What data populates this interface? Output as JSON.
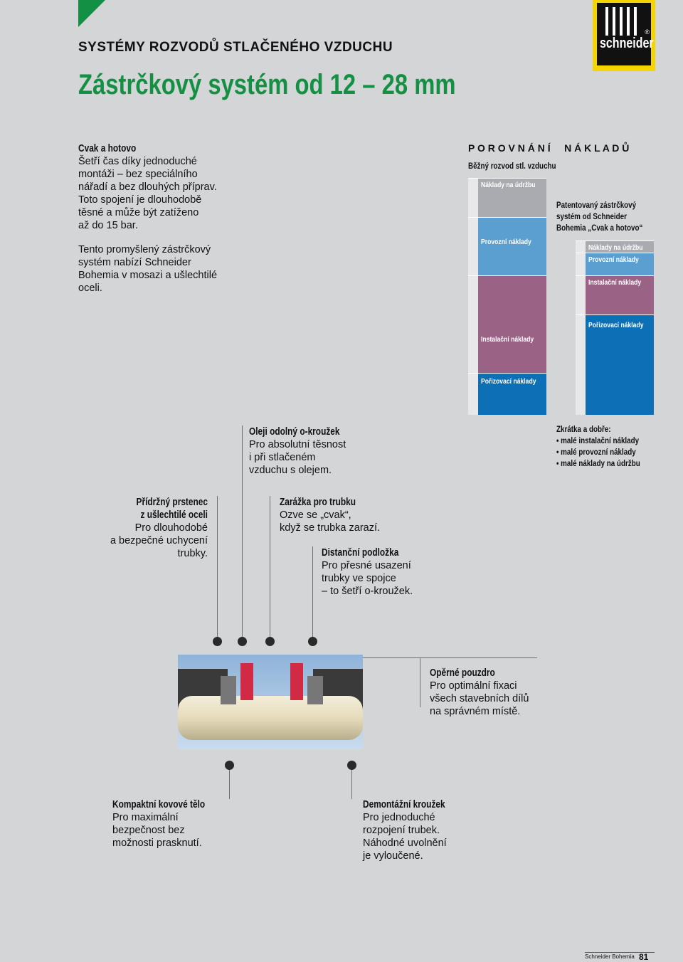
{
  "header": {
    "section": "SYSTÉMY ROZVODŮ STLAČENÉHO VZDUCHU",
    "title": "Zástrčkový systém od 12 – 28 mm",
    "accent_color": "#139044",
    "logo_text": "schneider",
    "logo_mark": "®"
  },
  "intro": {
    "title": "Cvak a hotovo",
    "lines": [
      "Šetří čas díky jednoduché",
      "montáži – bez speciálního",
      "nářadí a bez dlouhých příprav.",
      "Toto spojení je dlouhodobě",
      "těsné a může být zatíženo",
      "až do 15 bar."
    ],
    "para2": [
      "Tento promyšlený zástrčkový",
      "systém nabízí Schneider",
      "Bohemia v mosazi a ušlechtilé",
      "oceli."
    ]
  },
  "comparison": {
    "heading": "P O R O V N Á N Í     N Á K L A D Ů",
    "left_caption": "Běžný rozvod stl. vzduchu",
    "right_caption": [
      "Patentovaný zástrčkový",
      "systém od Schneider",
      "Bohemia „Cvak a hotovo“"
    ],
    "left_segments": [
      {
        "label": "Náklady na údržbu",
        "value": 55,
        "color": "#a9abb0"
      },
      {
        "label": "Provozní náklady",
        "value": 82,
        "color": "#5b9fd1"
      },
      {
        "label": "Instalační náklady",
        "value": 137,
        "color": "#9a6285"
      },
      {
        "label": "Pořizovací náklady",
        "value": 59,
        "color": "#0d6fb6"
      }
    ],
    "right_segments": [
      {
        "label": "Náklady na údržbu",
        "value": 17,
        "color": "#a9abb0"
      },
      {
        "label": "Provozní náklady",
        "value": 32,
        "color": "#5b9fd1"
      },
      {
        "label": "Instalační náklady",
        "value": 55,
        "color": "#9a6285"
      },
      {
        "label": "Pořizovací náklady",
        "value": 141,
        "color": "#0d6fb6"
      }
    ]
  },
  "summary": {
    "title": "Zkrátka a dobře:",
    "items": [
      "• malé instalační náklady",
      "• malé provozní náklady",
      "• malé náklady na údržbu"
    ]
  },
  "callouts": {
    "oring": {
      "title": "Oleji odolný o-kroužek",
      "lines": [
        "Pro absolutní těsnost",
        "i při stlačeném",
        "vzduchu s olejem."
      ]
    },
    "ring": {
      "title": [
        "Přídržný prstenec",
        "z ušlechtilé oceli"
      ],
      "lines": [
        "Pro dlouhodobé",
        "a bezpečné uchycení",
        "trubky."
      ]
    },
    "stop": {
      "title": "Zarážka pro trubku",
      "lines": [
        "Ozve se „cvak“,",
        "když se trubka zarazí."
      ]
    },
    "spacer": {
      "title": "Distanční podložka",
      "lines": [
        "Pro přesné usazení",
        "trubky ve spojce",
        "– to šetří o-kroužek."
      ]
    },
    "sleeve": {
      "title": "Opěrné pouzdro",
      "lines": [
        "Pro optimální fixaci",
        "všech stavebních dílů",
        "na správném místě."
      ]
    },
    "body": {
      "title": "Kompaktní kovové tělo",
      "lines": [
        "Pro maximální",
        "bezpečnost bez",
        "možnosti prasknutí."
      ]
    },
    "release": {
      "title": "Demontážní kroužek",
      "lines": [
        "Pro jednoduché",
        "rozpojení trubek.",
        "Náhodné uvolnění",
        "je vyloučené."
      ]
    }
  },
  "footer": {
    "company": "Schneider Bohemia",
    "page": "81"
  }
}
